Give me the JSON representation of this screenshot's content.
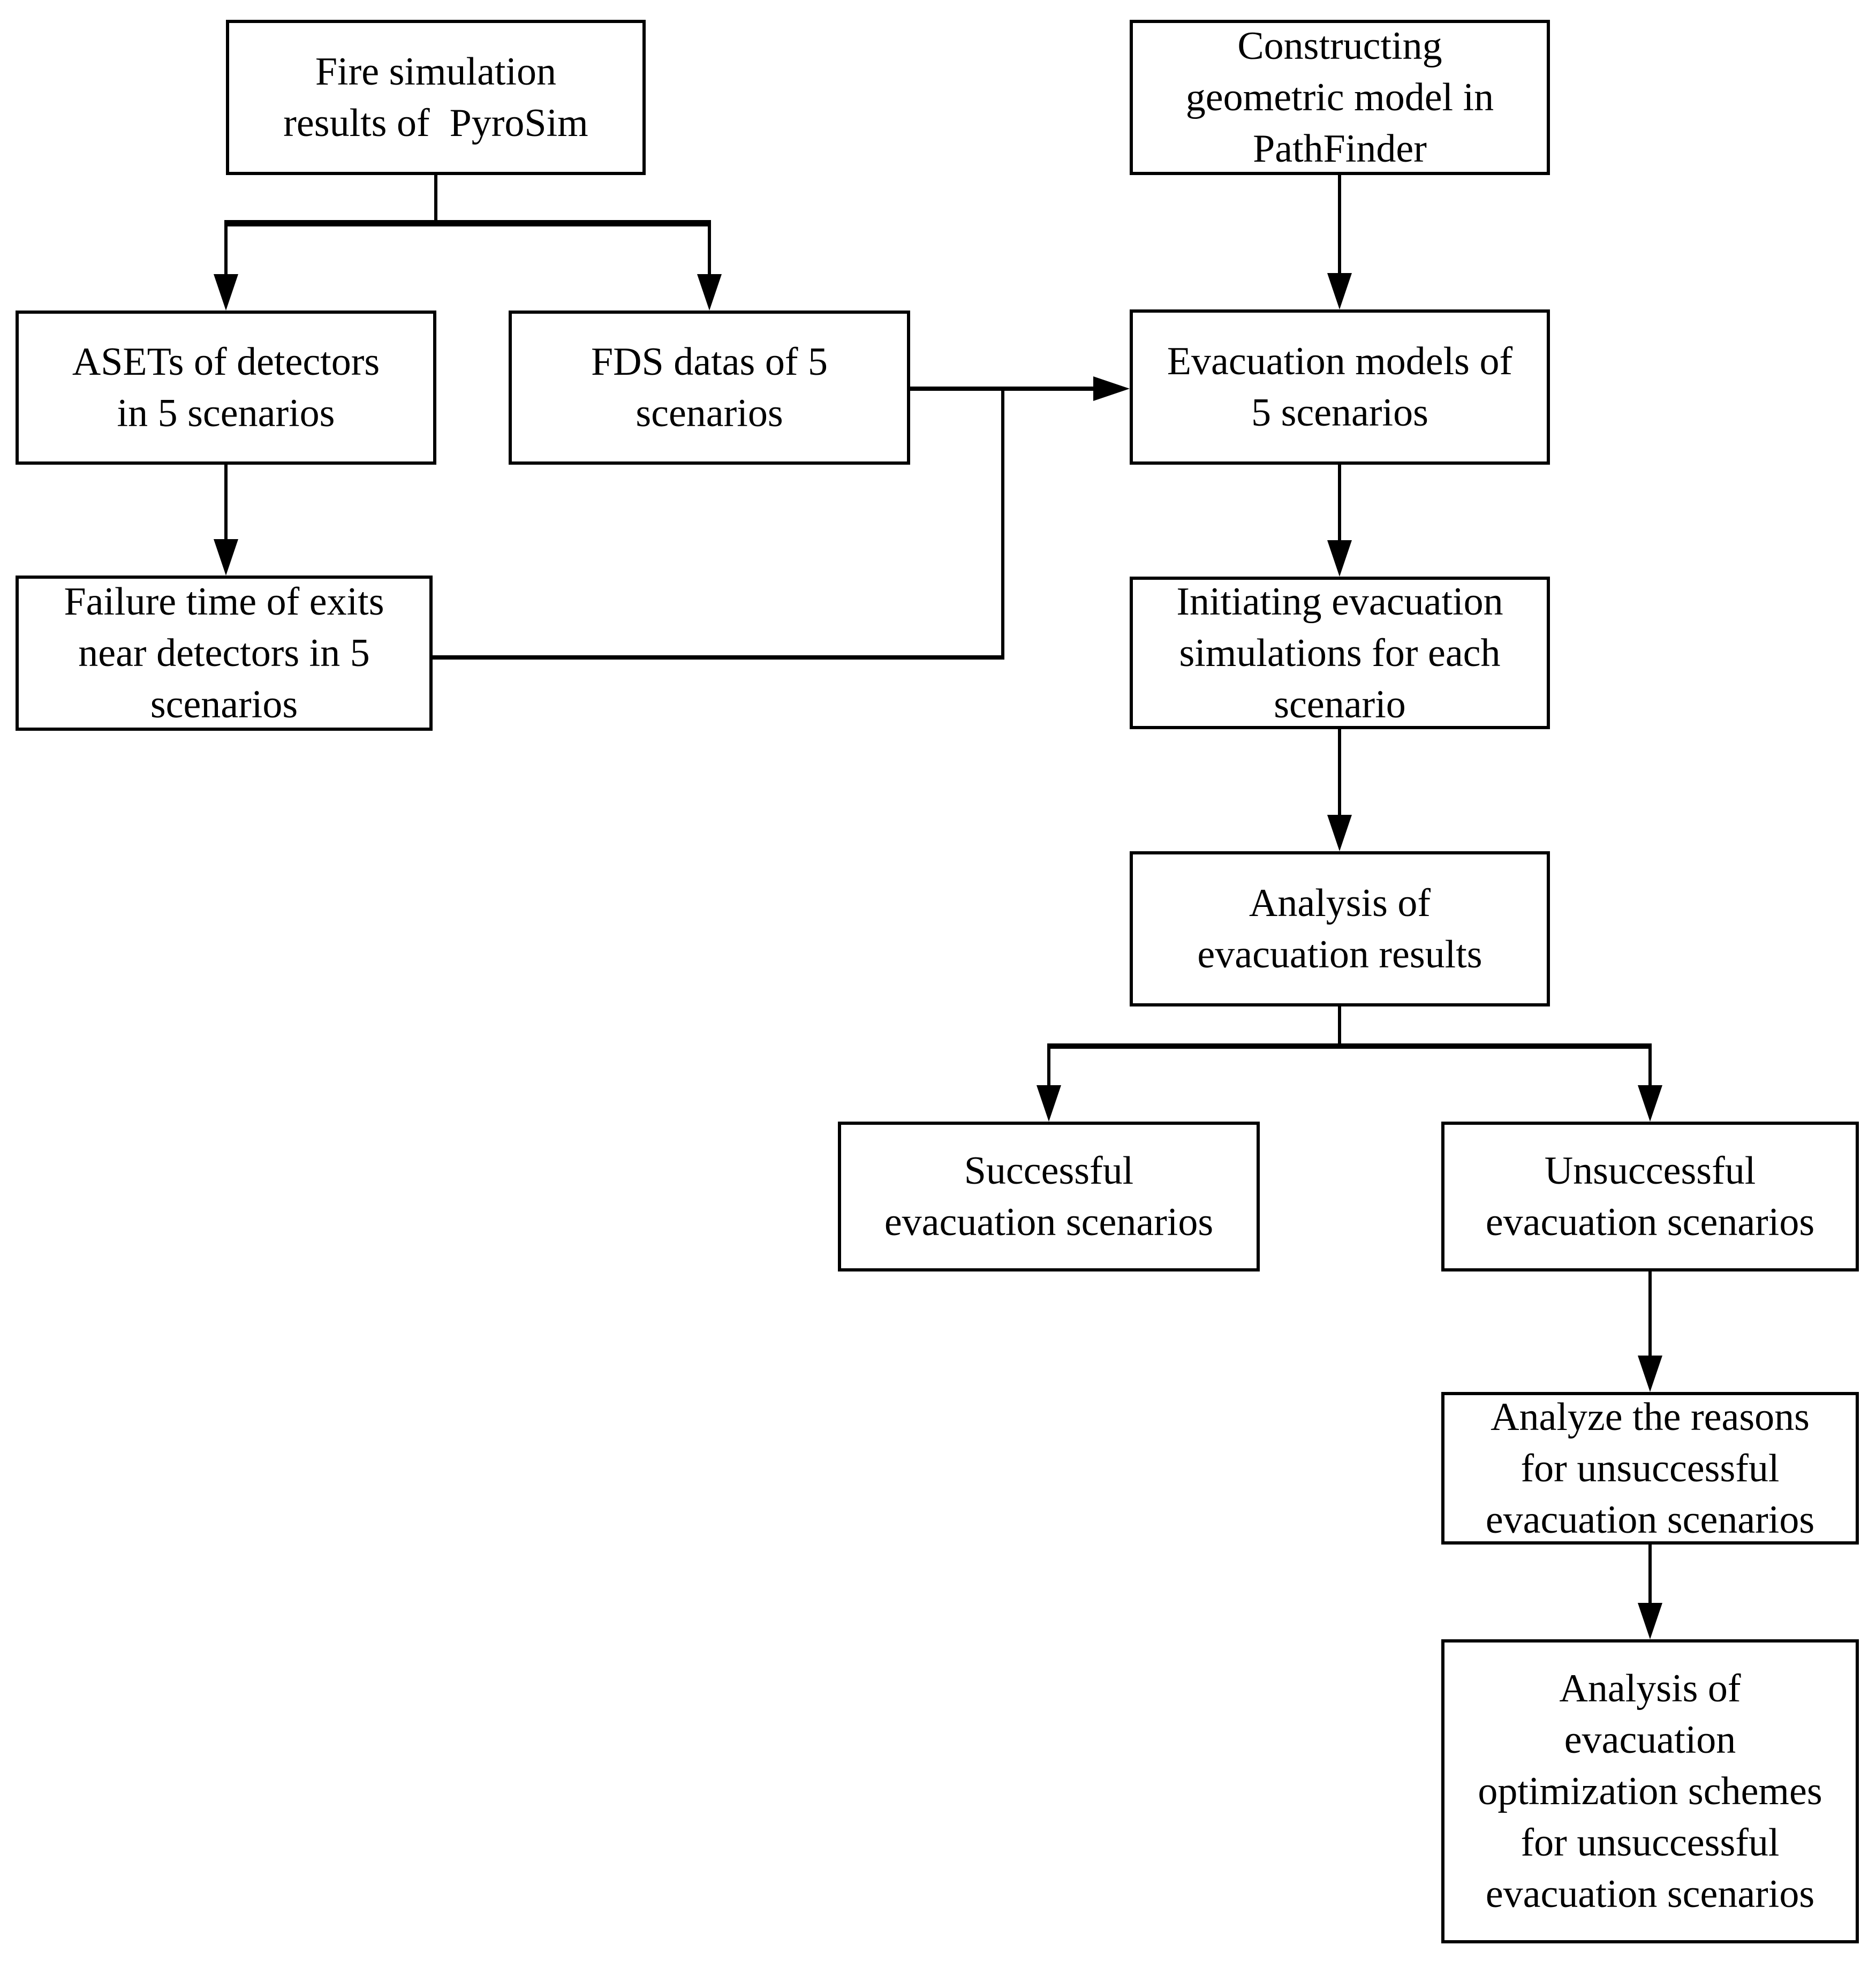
{
  "diagram": {
    "title": "Evacuation simulation workflow flowchart",
    "colors": {
      "background": "#ffffff",
      "line": "#000000",
      "text": "#000000"
    },
    "nodes": [
      {
        "id": "fire-simulation-results",
        "label": "Fire simulation\nresults of  PyroSim"
      },
      {
        "id": "constructing-geometric-model",
        "label": "Constructing\ngeometric model in\nPathFinder"
      },
      {
        "id": "asets-of-detectors",
        "label": "ASETs of detectors\nin 5 scenarios"
      },
      {
        "id": "fds-datas",
        "label": "FDS datas of 5\nscenarios"
      },
      {
        "id": "evacuation-models",
        "label": "Evacuation models of\n5 scenarios"
      },
      {
        "id": "failure-time-of-exits",
        "label": "Failure time of exits\nnear detectors in 5\nscenarios"
      },
      {
        "id": "initiating-evacuation-simulations",
        "label": "Initiating evacuation\nsimulations for each\nscenario"
      },
      {
        "id": "analysis-of-evacuation-results",
        "label": "Analysis of\nevacuation results"
      },
      {
        "id": "successful-scenarios",
        "label": "Successful\nevacuation scenarios"
      },
      {
        "id": "unsuccessful-scenarios",
        "label": "Unsuccessful\nevacuation scenarios"
      },
      {
        "id": "analyze-reasons",
        "label": "Analyze the reasons\nfor unsuccessful\nevacuation scenarios"
      },
      {
        "id": "analysis-optimization-schemes",
        "label": "Analysis of\nevacuation\noptimization schemes\nfor unsuccessful\nevacuation scenarios"
      }
    ],
    "edges": [
      {
        "from": "fire-simulation-results",
        "to": "asets-of-detectors"
      },
      {
        "from": "fire-simulation-results",
        "to": "fds-datas"
      },
      {
        "from": "constructing-geometric-model",
        "to": "evacuation-models"
      },
      {
        "from": "fds-datas",
        "to": "evacuation-models"
      },
      {
        "from": "failure-time-of-exits",
        "to": "evacuation-models"
      },
      {
        "from": "asets-of-detectors",
        "to": "failure-time-of-exits"
      },
      {
        "from": "evacuation-models",
        "to": "initiating-evacuation-simulations"
      },
      {
        "from": "initiating-evacuation-simulations",
        "to": "analysis-of-evacuation-results"
      },
      {
        "from": "analysis-of-evacuation-results",
        "to": "successful-scenarios"
      },
      {
        "from": "analysis-of-evacuation-results",
        "to": "unsuccessful-scenarios"
      },
      {
        "from": "unsuccessful-scenarios",
        "to": "analyze-reasons"
      },
      {
        "from": "analyze-reasons",
        "to": "analysis-optimization-schemes"
      }
    ]
  }
}
